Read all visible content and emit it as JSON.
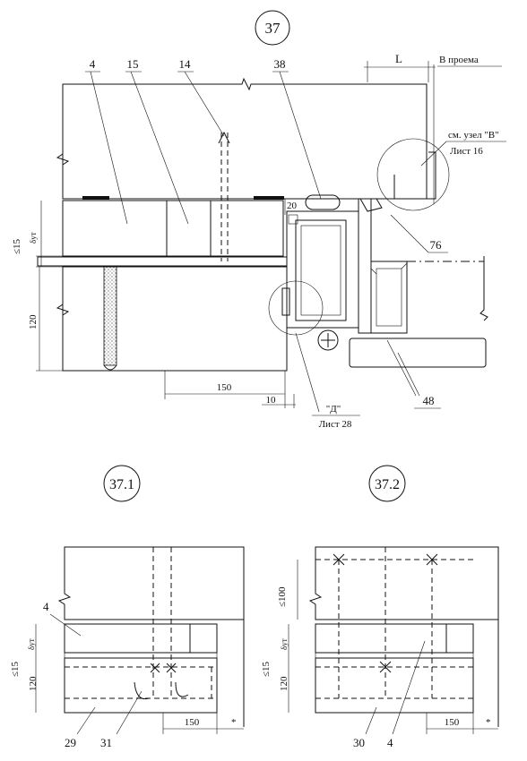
{
  "figures": {
    "main": {
      "number": "37",
      "dim_L": "L",
      "opening_label": "В проема",
      "ref_B_line1": "см. узел \"В\"",
      "ref_B_line2": "Лист 16",
      "ref_D_line1": "\"Д\"",
      "ref_D_line2": "Лист 28",
      "callouts": [
        "4",
        "15",
        "14",
        "38",
        "76",
        "48"
      ],
      "dim_20": "20",
      "dim_le15": "≤15",
      "dim_delta": "δут",
      "dim_120": "120",
      "dim_150": "150",
      "dim_10": "10"
    },
    "sub1": {
      "number": "37.1",
      "callout_4": "4",
      "callout_29": "29",
      "callout_31": "31",
      "dim_delta": "δут",
      "dim_le15": "≤15",
      "dim_120": "120",
      "dim_150": "150",
      "star": "*"
    },
    "sub2": {
      "number": "37.2",
      "callout_30": "30",
      "callout_4": "4",
      "dim_le100": "≤100",
      "dim_delta": "δут",
      "dim_le15": "≤15",
      "dim_120": "120",
      "dim_150": "150",
      "star": "*"
    }
  }
}
